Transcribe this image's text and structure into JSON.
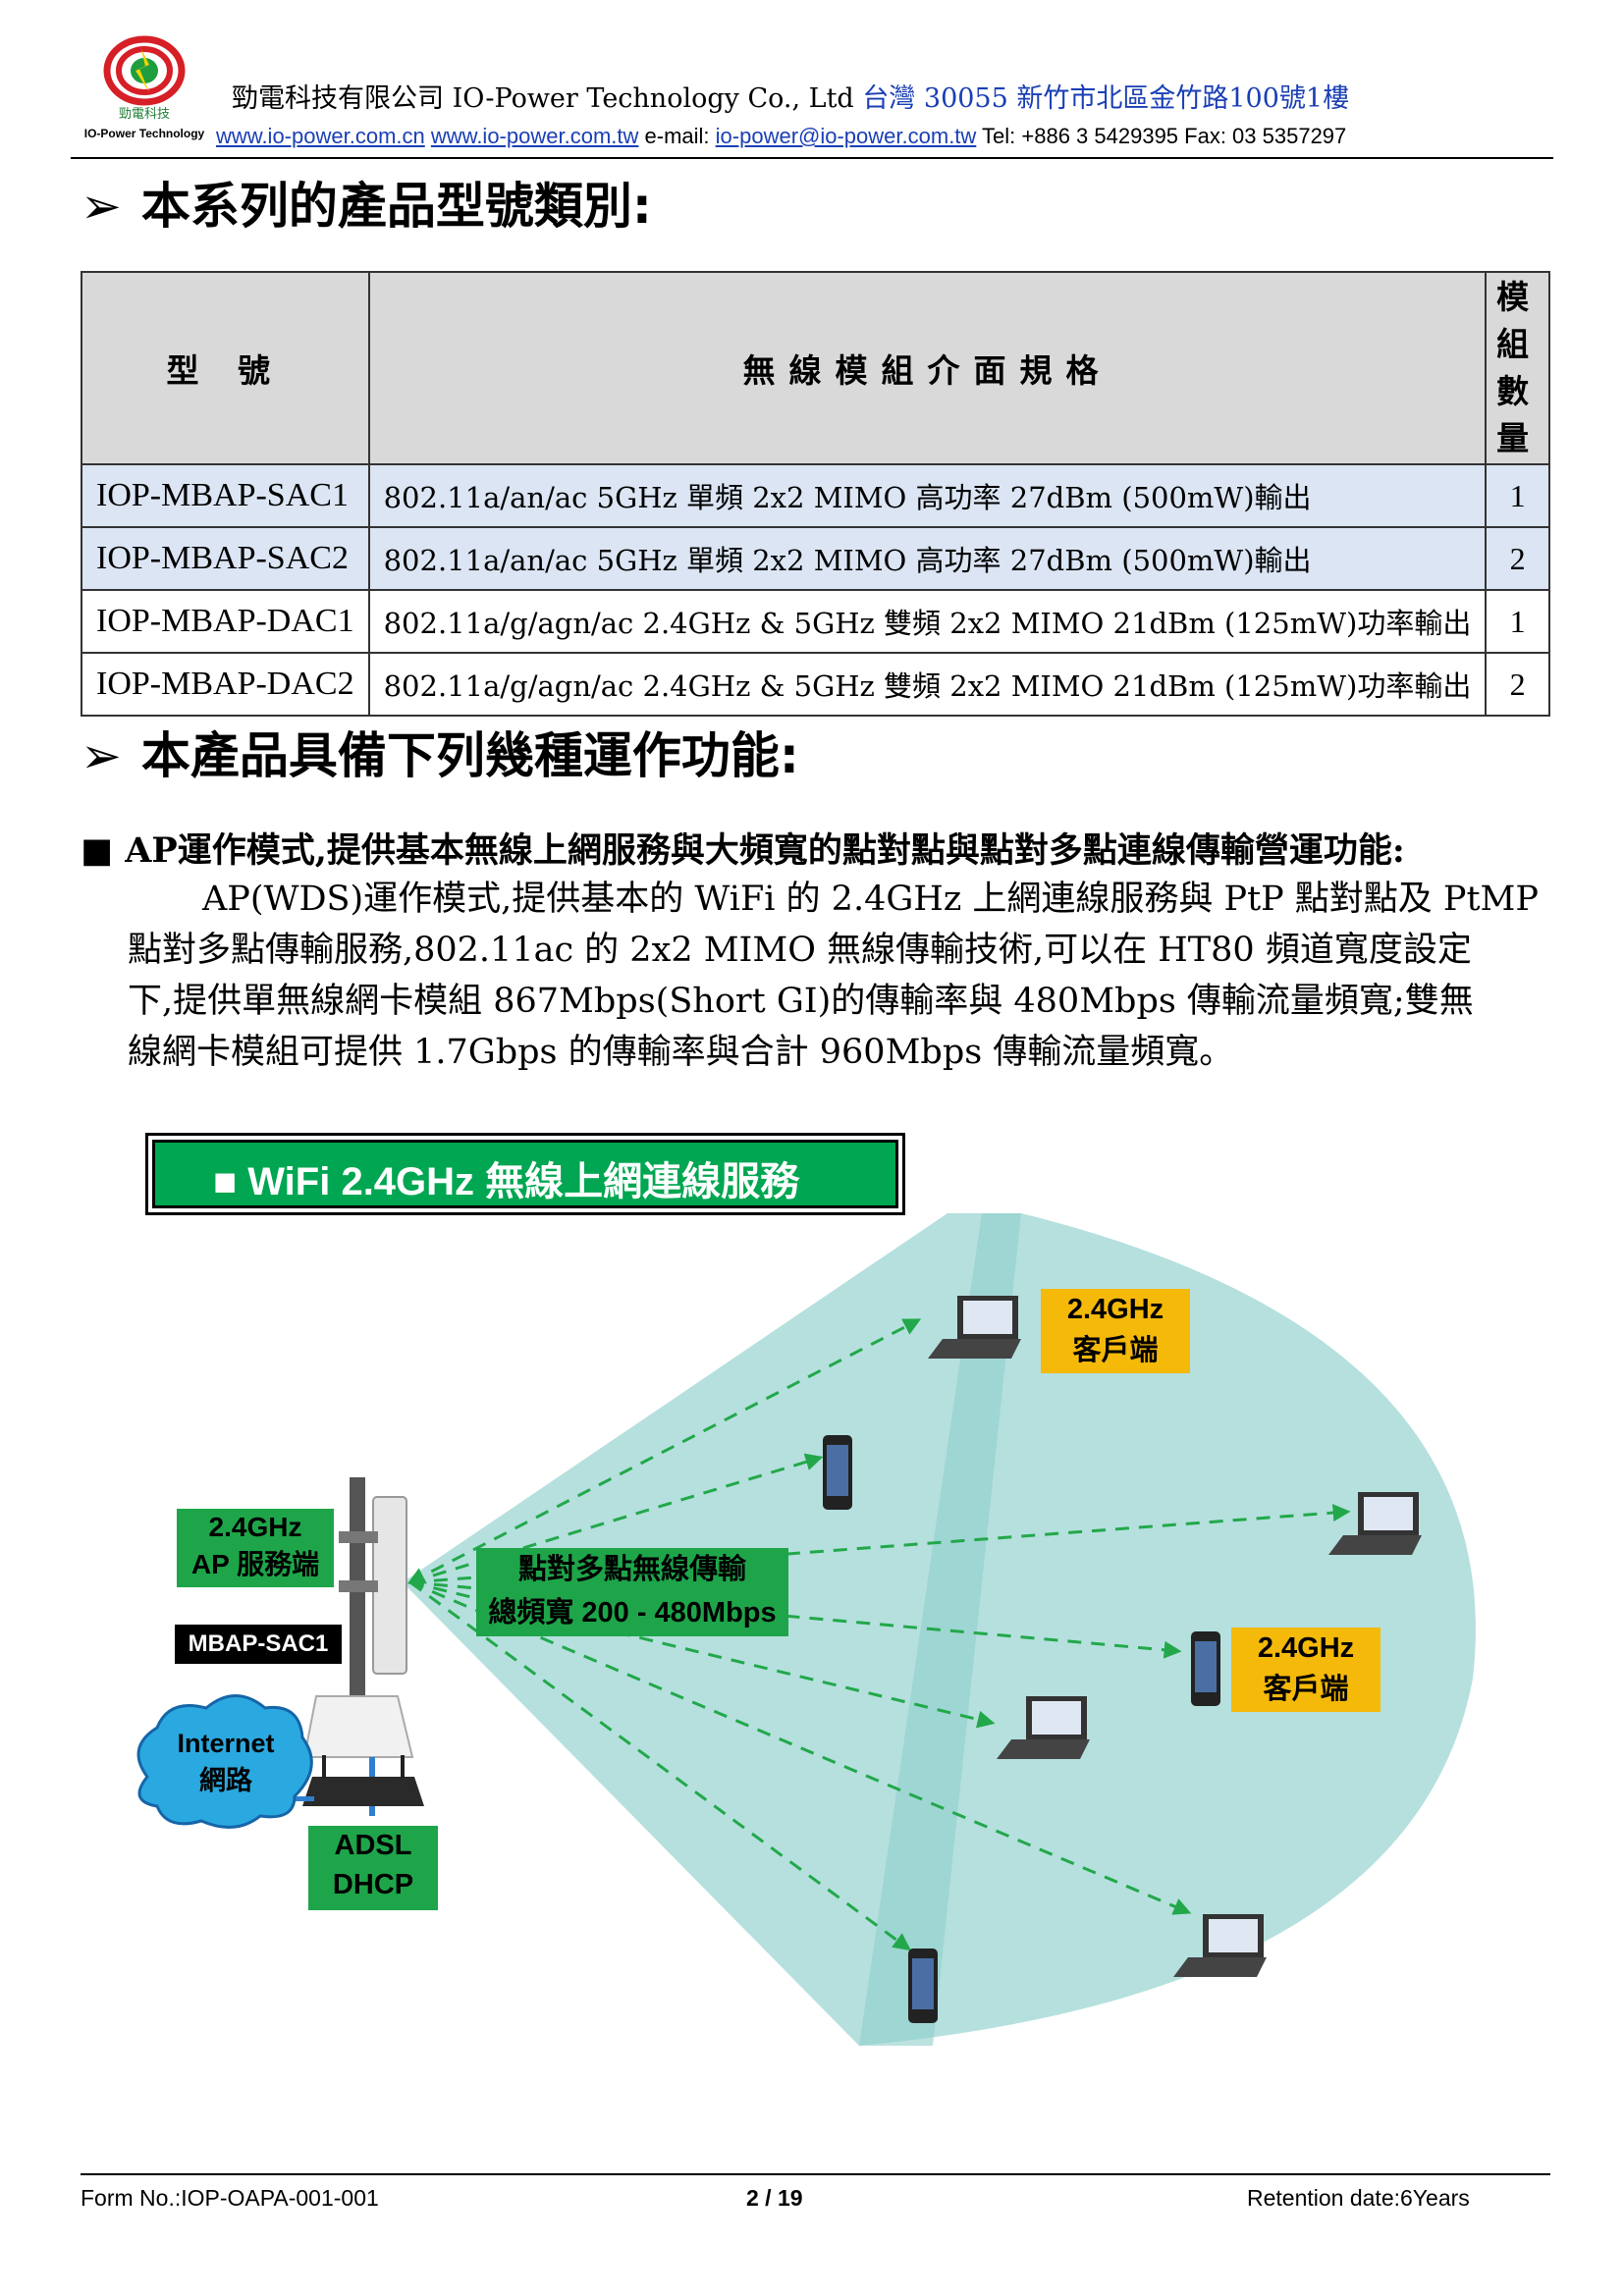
{
  "header": {
    "company_logo_text": "勁電科技",
    "logo_caption": "IO-Power Technology",
    "company_line": "勁電科技有限公司 IO-Power Technology Co., Ltd",
    "address": "台灣 30055 新竹市北區金竹路100號1樓",
    "website_cn": "www.io-power.com.cn",
    "website_tw": "www.io-power.com.tw",
    "email_label": "e-mail:",
    "email": "io-power@io-power.com.tw",
    "phone_fax": "Tel: +886 3 5429395 Fax: 03 5357297"
  },
  "section1": {
    "arrow": "➢",
    "title": "本系列的產品型號類別:"
  },
  "table": {
    "headers": [
      "型 號",
      "無線模組介面規格",
      "模組",
      "數量"
    ],
    "rows": [
      {
        "model": "IOP-MBAP-SAC1",
        "spec": "802.11a/an/ac 5GHz 單頻 2x2 MIMO 高功率 27dBm (500mW)輸出",
        "qty": "1"
      },
      {
        "model": "IOP-MBAP-SAC2",
        "spec": "802.11a/an/ac 5GHz 單頻 2x2 MIMO 高功率 27dBm (500mW)輸出",
        "qty": "2"
      },
      {
        "model": "IOP-MBAP-DAC1",
        "spec": "802.11a/g/agn/ac 2.4GHz & 5GHz 雙頻 2x2 MIMO 21dBm (125mW)功率輸出",
        "qty": "1"
      },
      {
        "model": "IOP-MBAP-DAC2",
        "spec": "802.11a/g/agn/ac 2.4GHz & 5GHz 雙頻 2x2 MIMO 21dBm (125mW)功率輸出",
        "qty": "2"
      }
    ]
  },
  "section2": {
    "arrow": "➢",
    "title": "本產品具備下列幾種運作功能:"
  },
  "feature": {
    "bullet": "■",
    "title": "AP運作模式,提供基本無線上網服務與大頻寬的點對點與點對多點連線傳輸營運功能:",
    "lines": [
      "AP(WDS)運作模式,提供基本的 WiFi 的 2.4GHz 上網連線服務與 PtP 點對點及 PtMP",
      "點對多點傳輸服務,802.11ac 的 2x2 MIMO 無線傳輸技術,可以在 HT80 頻道寬度設定",
      "下,提供單無線網卡模組 867Mbps(Short GI)的傳輸率與 480Mbps 傳輸流量頻寬;雙無",
      "線網卡模組可提供 1.7Gbps 的傳輸率與合計 960Mbps 傳輸流量頻寬。"
    ]
  },
  "diagram": {
    "title": "■ WiFi 2.4GHz 無線上網連線服務",
    "ap_label": [
      "2.4GHz",
      "AP 服務端"
    ],
    "device_label": "MBAP-SAC1",
    "internet_label": [
      "Internet",
      "網路"
    ],
    "adsl_label": [
      "ADSL",
      "DHCP"
    ],
    "bandwidth_label": [
      "點對多點無線傳輸",
      "總頻寬 200 - 480Mbps"
    ],
    "client_label_top": [
      "2.4GHz",
      "客戶端"
    ],
    "client_label_mid": [
      "2.4GHz",
      "客戶端"
    ],
    "colors": {
      "beam": "#a8dad8",
      "green_label": "#1ea54a",
      "yellow_label": "#f5b90a",
      "arrow": "#22a84a"
    }
  },
  "footer": {
    "form_no": "Form No.:IOP-OAPA-001-001",
    "page": "2 / 19",
    "retention": "Retention date:6Years"
  }
}
